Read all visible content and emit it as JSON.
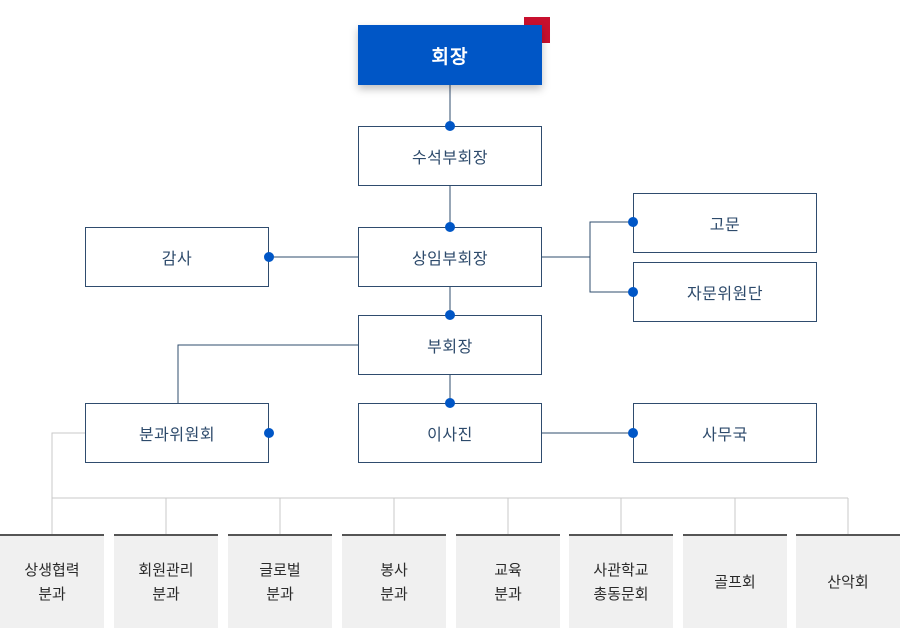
{
  "chairman": "회장",
  "nodes": {
    "senior_vice_chairman": "수석부회장",
    "standing_vice_chairman": "상임부회장",
    "auditor": "감사",
    "advisor": "고문",
    "advisory_board": "자문위원단",
    "vice_chairman": "부회장",
    "subcommittee_board": "분과위원회",
    "board_of_directors": "이사진",
    "secretariat": "사무국"
  },
  "committees": [
    {
      "line1": "상생협력",
      "line2": "분과"
    },
    {
      "line1": "회원관리",
      "line2": "분과"
    },
    {
      "line1": "글로벌",
      "line2": "분과"
    },
    {
      "line1": "봉사",
      "line2": "분과"
    },
    {
      "line1": "교육",
      "line2": "분과"
    },
    {
      "line1": "사관학교",
      "line2": "총동문회"
    },
    {
      "line1": "골프회",
      "line2": ""
    },
    {
      "line1": "산악회",
      "line2": ""
    }
  ],
  "colors": {
    "accent": "#0056c6",
    "corner": "#c8102e",
    "line": "#2f4c6e"
  }
}
